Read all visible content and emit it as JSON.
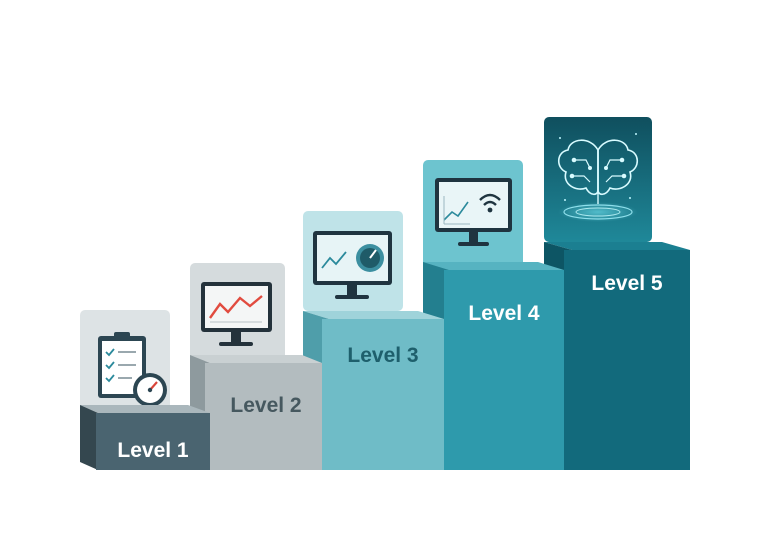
{
  "levels": [
    {
      "label": "Level 1",
      "icon": "clipboard-checklist-gauge-icon",
      "color": "#4a6470"
    },
    {
      "label": "Level 2",
      "icon": "monitor-line-chart-icon",
      "color": "#b3bcbf"
    },
    {
      "label": "Level 3",
      "icon": "monitor-chart-gauge-icon",
      "color": "#6fbcc7"
    },
    {
      "label": "Level 4",
      "icon": "monitor-chart-wifi-icon",
      "color": "#2e9aac"
    },
    {
      "label": "Level 5",
      "icon": "ai-brain-icon",
      "color": "#126a7c"
    }
  ]
}
